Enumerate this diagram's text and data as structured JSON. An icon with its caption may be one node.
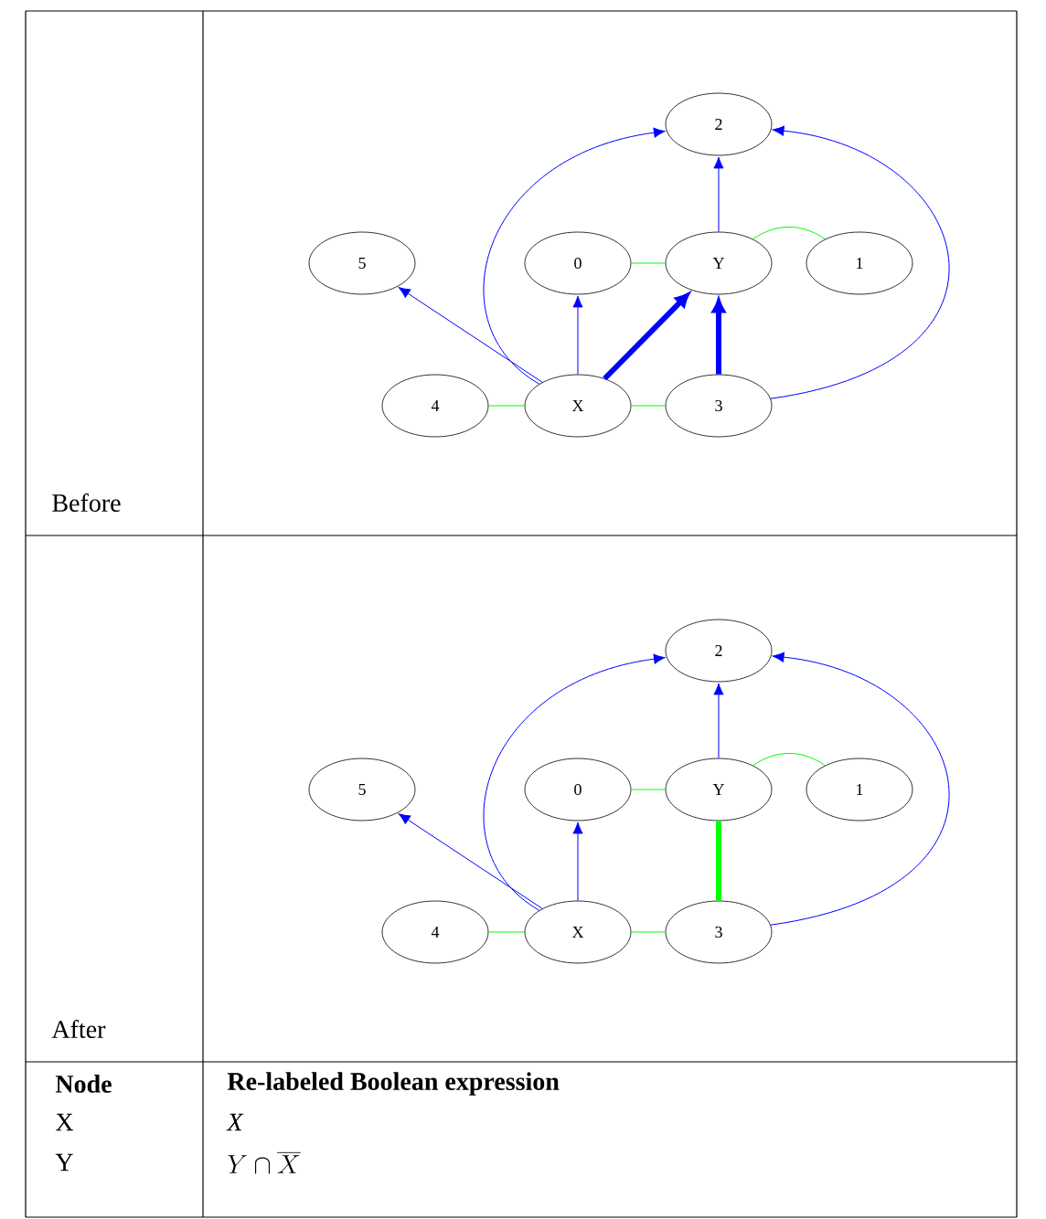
{
  "diagram": {
    "nodes": [
      {
        "text": [
          "2"
        ]
      },
      {
        "text": [
          "5"
        ]
      },
      {
        "text": [
          "0"
        ]
      },
      {
        "text": [
          "Y"
        ]
      },
      {
        "text": [
          "1"
        ]
      },
      {
        "text": [
          "4"
        ]
      },
      {
        "text": [
          "X"
        ]
      },
      {
        "text": [
          "3"
        ]
      },
      {
        "text": [
          "2"
        ]
      },
      {
        "text": [
          "5"
        ]
      },
      {
        "text": [
          "0"
        ]
      },
      {
        "text": [
          "Y"
        ]
      },
      {
        "text": [
          "1"
        ]
      },
      {
        "text": [
          "4"
        ]
      },
      {
        "text": [
          "X"
        ]
      },
      {
        "text": [
          "3"
        ]
      }
    ],
    "edges": [
      {
        "from": 3,
        "to": 0,
        "arrow": "to"
      },
      {
        "from": 6,
        "to": 0,
        "arrow": "to"
      },
      {
        "from": 7,
        "to": 0,
        "arrow": "to"
      },
      {
        "from": 6,
        "to": 1,
        "arrow": "to"
      },
      {
        "from": 6,
        "to": 2,
        "arrow": "to"
      },
      {
        "from": 6,
        "to": 3,
        "arrow": "to",
        "style": "thick"
      },
      {
        "from": 7,
        "to": 3,
        "arrow": "to",
        "style": "thick"
      },
      {
        "from": 2,
        "to": 3,
        "arrow": "none",
        "color": "#00ff00"
      },
      {
        "from": 3,
        "to": 4,
        "arrow": "none",
        "color": "#00ff00"
      },
      {
        "from": 5,
        "to": 6,
        "arrow": "none",
        "color": "#00ff00"
      },
      {
        "from": 6,
        "to": 7,
        "arrow": "none",
        "color": "#00ff00"
      },
      {
        "from": 11,
        "to": 8,
        "arrow": "to"
      },
      {
        "from": 14,
        "to": 8,
        "arrow": "to"
      },
      {
        "from": 15,
        "to": 8,
        "arrow": "to"
      },
      {
        "from": 14,
        "to": 9,
        "arrow": "to"
      },
      {
        "from": 14,
        "to": 10,
        "arrow": "to"
      },
      {
        "from": 10,
        "to": 11,
        "arrow": "none",
        "color": "#00ff00"
      },
      {
        "from": 11,
        "to": 12,
        "arrow": "none",
        "color": "#00ff00"
      },
      {
        "from": 11,
        "to": 15,
        "arrow": "none",
        "style": "thick",
        "color": "#00ff00"
      },
      {
        "from": 13,
        "to": 14,
        "arrow": "none",
        "color": "#00ff00"
      },
      {
        "from": 14,
        "to": 15,
        "arrow": "none",
        "color": "#00ff00"
      }
    ],
    "labels": [
      "Before",
      "After",
      "Node",
      "Re-labeled Boolean expression",
      "X",
      "X",
      "Y",
      "Y \\cap \\overline{X}"
    ]
  }
}
